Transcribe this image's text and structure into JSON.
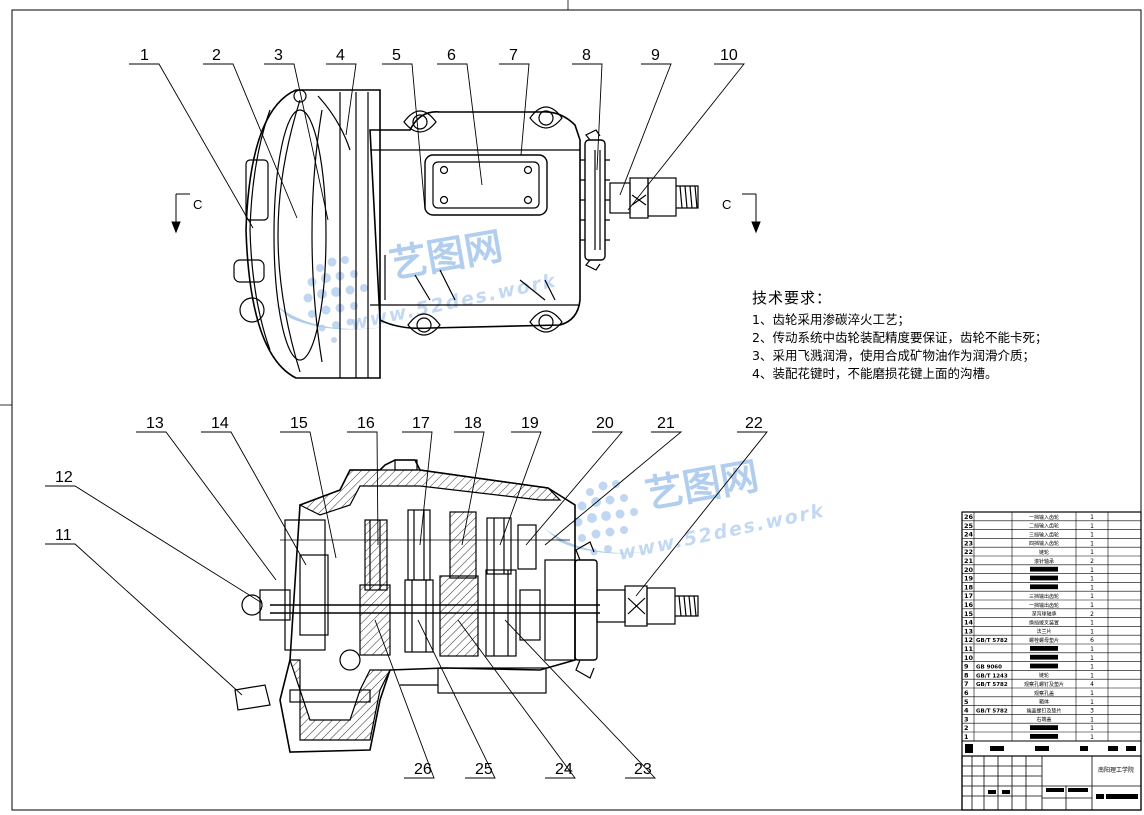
{
  "drawing": {
    "section_mark_left": "C",
    "section_mark_right": "C",
    "callouts_top": [
      "1",
      "2",
      "3",
      "4",
      "5",
      "6",
      "7",
      "8",
      "9",
      "10"
    ],
    "callouts_bottom": [
      "11",
      "12",
      "13",
      "14",
      "15",
      "16",
      "17",
      "18",
      "19",
      "20",
      "21",
      "22",
      "23",
      "24",
      "25",
      "26"
    ]
  },
  "watermark": {
    "brand": "艺图网",
    "url": "www.52des.work"
  },
  "tech_requirements": {
    "title": "技术要求：",
    "items": [
      "1、齿轮采用渗碳淬火工艺；",
      "2、传动系统中齿轮装配精度要保证，齿轮不能卡死；",
      "3、采用飞溅润滑，使用合成矿物油作为润滑介质；",
      "4、装配花键时，不能磨损花键上面的沟槽。"
    ]
  },
  "bom": {
    "rows": [
      {
        "no": "26",
        "code": "",
        "name": "一挡输入齿轮",
        "qty": "1"
      },
      {
        "no": "25",
        "code": "",
        "name": "二挡输入齿轮",
        "qty": "1"
      },
      {
        "no": "24",
        "code": "",
        "name": "三挡输入齿轮",
        "qty": "1"
      },
      {
        "no": "23",
        "code": "",
        "name": "四挡输入齿轮",
        "qty": "1"
      },
      {
        "no": "22",
        "code": "",
        "name": "链轮",
        "qty": "1"
      },
      {
        "no": "21",
        "code": "",
        "name": "滚针轴承",
        "qty": "2"
      },
      {
        "no": "20",
        "code": "",
        "name": "",
        "qty": "1"
      },
      {
        "no": "19",
        "code": "",
        "name": "",
        "qty": "1"
      },
      {
        "no": "18",
        "code": "",
        "name": "",
        "qty": "1"
      },
      {
        "no": "17",
        "code": "",
        "name": "三挡输出齿轮",
        "qty": "1"
      },
      {
        "no": "16",
        "code": "",
        "name": "一挡输出齿轮",
        "qty": "1"
      },
      {
        "no": "15",
        "code": "",
        "name": "深沟球轴承",
        "qty": "2"
      },
      {
        "no": "14",
        "code": "",
        "name": "换挡拨叉装置",
        "qty": "1"
      },
      {
        "no": "13",
        "code": "",
        "name": "法兰片",
        "qty": "1"
      },
      {
        "no": "12",
        "code": "GB/T 5782",
        "name": "螺栓螺母垫片",
        "qty": "6"
      },
      {
        "no": "11",
        "code": "",
        "name": "",
        "qty": "1"
      },
      {
        "no": "10",
        "code": "",
        "name": "",
        "qty": "1"
      },
      {
        "no": "9",
        "code": "GB 9060",
        "name": "",
        "qty": "1"
      },
      {
        "no": "8",
        "code": "GB/T 1243",
        "name": "链轮",
        "qty": "1"
      },
      {
        "no": "7",
        "code": "GB/T 5782",
        "name": "观察孔螺钉及垫片",
        "qty": "4"
      },
      {
        "no": "6",
        "code": "",
        "name": "观察孔盖",
        "qty": "1"
      },
      {
        "no": "5",
        "code": "",
        "name": "箱体",
        "qty": "1"
      },
      {
        "no": "4",
        "code": "GB/T 5782",
        "name": "端盖螺钉及垫片",
        "qty": "3"
      },
      {
        "no": "3",
        "code": "",
        "name": "右端盖",
        "qty": "1"
      },
      {
        "no": "2",
        "code": "",
        "name": "",
        "qty": "1"
      },
      {
        "no": "1",
        "code": "",
        "name": "",
        "qty": "1"
      }
    ],
    "title_block_school": "南阳理工学院"
  }
}
